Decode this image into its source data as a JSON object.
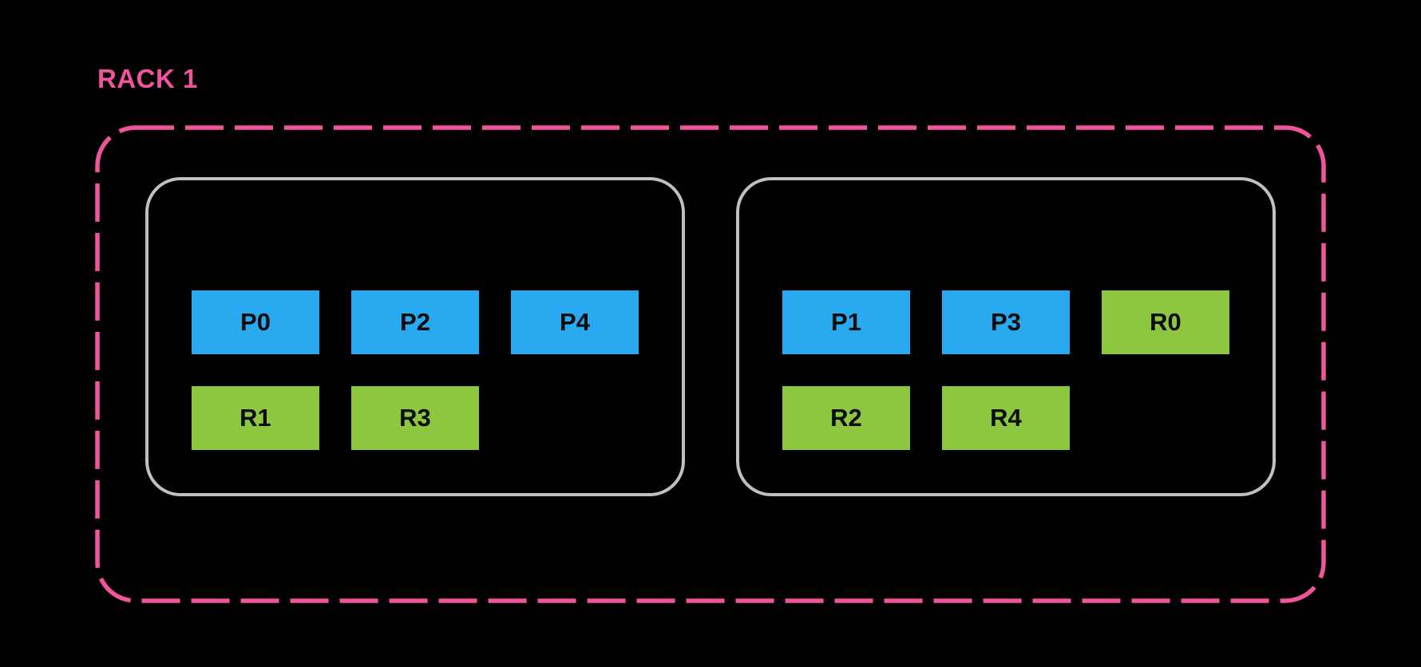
{
  "colors": {
    "background": "#000000",
    "primary_blue": "#29A9F0",
    "replica_green": "#8DC63F",
    "rack_pink": "#F0549C",
    "node_border_gray": "#C0C0C0",
    "slot_text": "#0B0B0B"
  },
  "rack": {
    "label": "RACK 1",
    "nodes": [
      {
        "name": "node-left",
        "slots": [
          {
            "label": "P0",
            "type": "primary"
          },
          {
            "label": "P2",
            "type": "primary"
          },
          {
            "label": "P4",
            "type": "primary"
          },
          {
            "label": "R1",
            "type": "replica"
          },
          {
            "label": "R3",
            "type": "replica"
          }
        ]
      },
      {
        "name": "node-right",
        "slots": [
          {
            "label": "P1",
            "type": "primary"
          },
          {
            "label": "P3",
            "type": "primary"
          },
          {
            "label": "R0",
            "type": "replica"
          },
          {
            "label": "R2",
            "type": "replica"
          },
          {
            "label": "R4",
            "type": "replica"
          }
        ]
      }
    ]
  }
}
